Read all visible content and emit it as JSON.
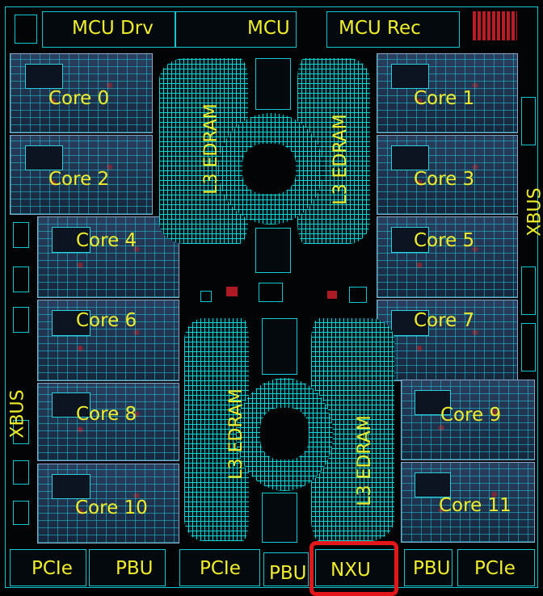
{
  "top": {
    "mcu_drv": "MCU Drv",
    "mcu": "MCU",
    "mcu_rec": "MCU Rec"
  },
  "cores": [
    "Core 0",
    "Core 1",
    "Core 2",
    "Core 3",
    "Core 4",
    "Core 5",
    "Core 6",
    "Core 7",
    "Core 8",
    "Core 9",
    "Core 10",
    "Core 11"
  ],
  "edram": [
    "L3 EDRAM",
    "L3 EDRAM",
    "L3 EDRAM",
    "L3 EDRAM"
  ],
  "sides": {
    "xbus_right": "XBUS",
    "xbus_left": "XBUS"
  },
  "bottom": {
    "pcie_1": "PCIe",
    "pbu_1": "PBU",
    "pcie_2": "PCIe",
    "pbu_2": "PBU",
    "nxu": "NXU",
    "pbu_3": "PBU",
    "pcie_3": "PCIe"
  },
  "colors": {
    "label": "#f0ee2a",
    "trace": "#0fc6d2",
    "highlight": "#e3171a",
    "background": "#020406"
  }
}
